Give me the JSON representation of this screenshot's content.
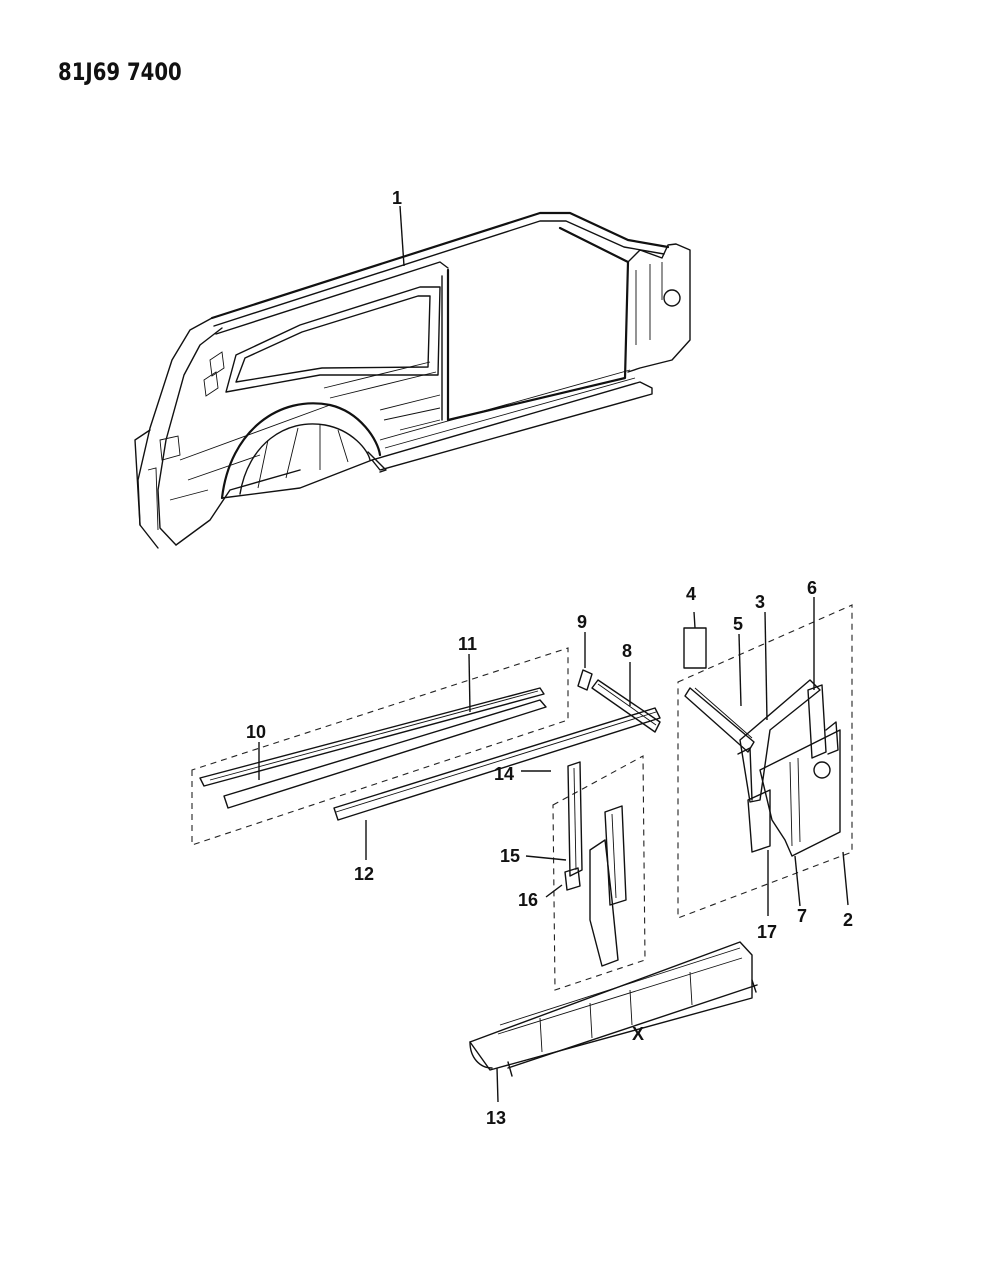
{
  "diagram_code": "81J69 7400",
  "callouts": [
    "1",
    "2",
    "3",
    "4",
    "5",
    "6",
    "7",
    "8",
    "9",
    "10",
    "11",
    "12",
    "13",
    "14",
    "15",
    "16",
    "17"
  ],
  "dimension_mark": "X"
}
